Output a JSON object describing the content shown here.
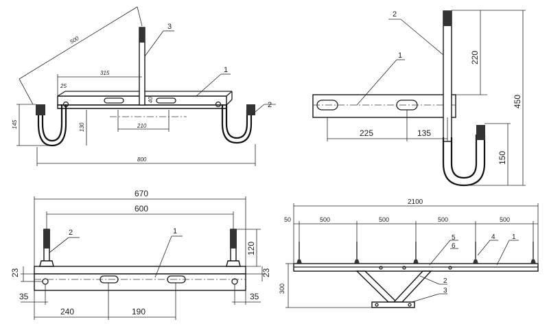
{
  "colors": {
    "ink": "#1a1a1a",
    "paper": "#ffffff"
  },
  "view_a": {
    "dims": {
      "d500": "500",
      "d315": "315",
      "d25": "25",
      "d40": "40",
      "d145": "145",
      "d130": "130",
      "d210": "210",
      "d800": "800"
    },
    "labels": {
      "l1": "1",
      "l2": "2",
      "l3": "3"
    }
  },
  "view_b": {
    "dims": {
      "d220": "220",
      "d450": "450",
      "d150": "150",
      "d225": "225",
      "d135": "135"
    },
    "labels": {
      "l1": "1",
      "l2": "2"
    }
  },
  "view_c": {
    "dims": {
      "d670": "670",
      "d600": "600",
      "d120": "120",
      "d23a": "23",
      "d23b": "23",
      "d35a": "35",
      "d35b": "35",
      "d240": "240",
      "d190": "190"
    },
    "labels": {
      "l1": "1",
      "l2": "2"
    }
  },
  "view_d": {
    "dims": {
      "d2100": "2100",
      "d50": "50",
      "d500a": "500",
      "d500b": "500",
      "d500c": "500",
      "d500d": "500",
      "d300": "300"
    },
    "labels": {
      "l1": "1",
      "l2": "2",
      "l3": "3",
      "l4": "4",
      "l5": "5",
      "l6": "6"
    }
  }
}
